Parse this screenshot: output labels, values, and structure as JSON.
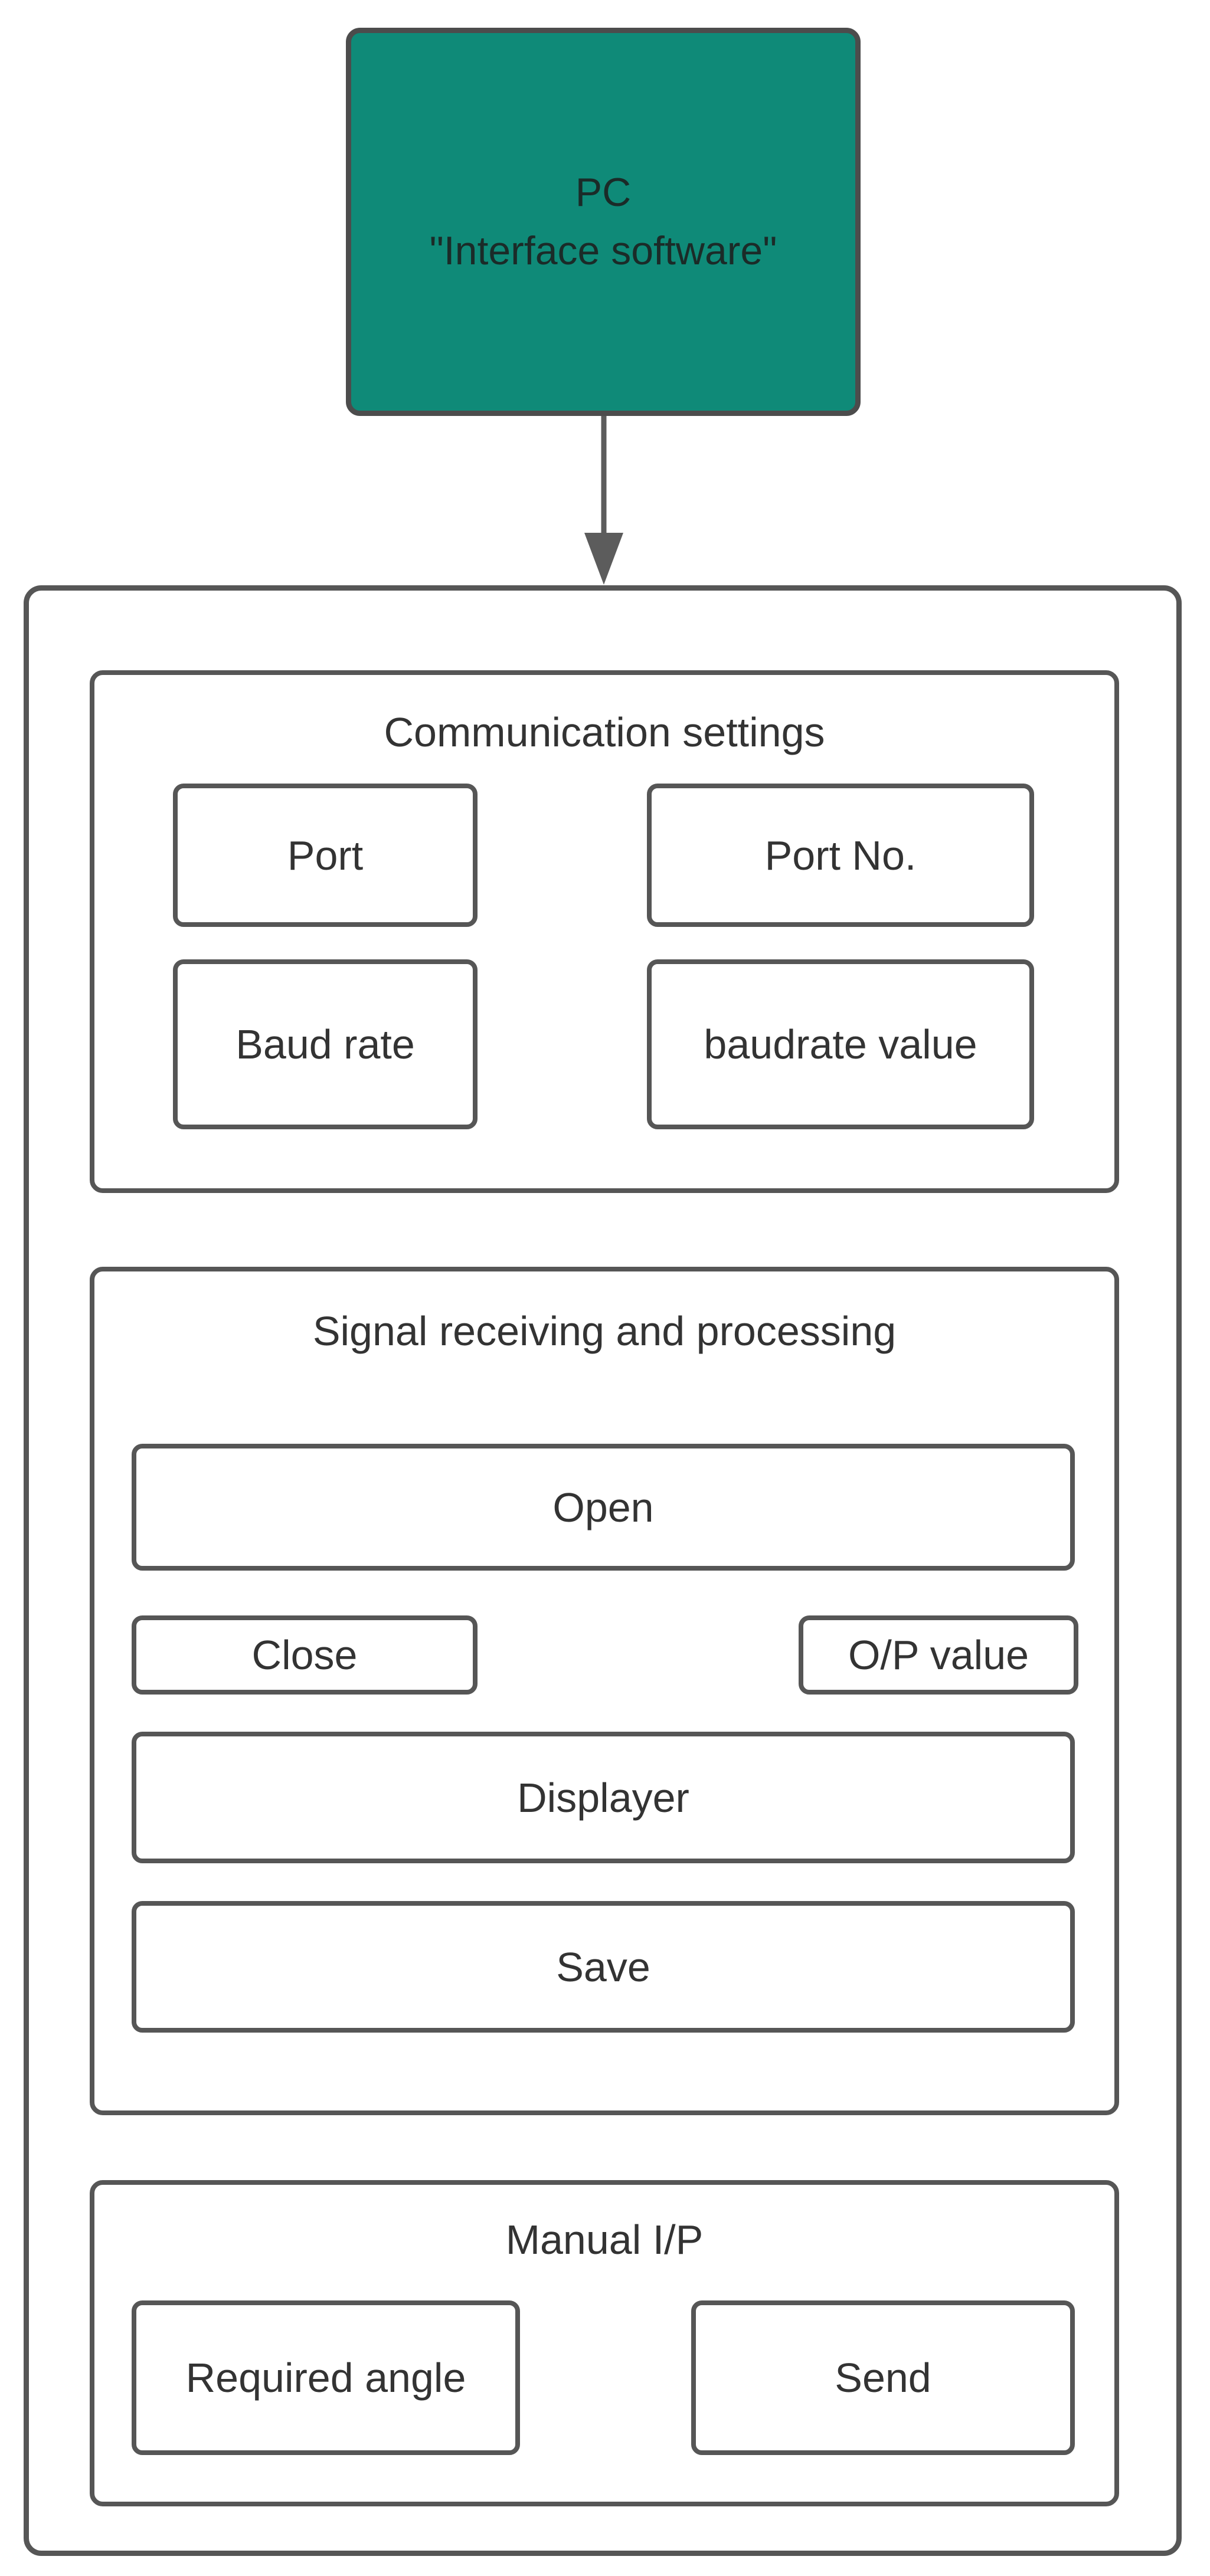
{
  "diagram": {
    "pc_node": {
      "line1": "PC",
      "line2": "\"Interface software\""
    },
    "sections": {
      "communication": {
        "title": "Communication settings",
        "boxes": {
          "port": "Port",
          "port_no": "Port No.",
          "baud_rate": "Baud rate",
          "baudrate_value": "baudrate value"
        }
      },
      "signal": {
        "title": "Signal receiving and processing",
        "boxes": {
          "open": "Open",
          "close": "Close",
          "op_value": "O/P value",
          "displayer": "Displayer",
          "save": "Save"
        }
      },
      "manual": {
        "title": "Manual I/P",
        "boxes": {
          "required_angle": "Required angle",
          "send": "Send"
        }
      }
    },
    "colors": {
      "node_fill": "#0f8a78",
      "stroke": "#565656",
      "label": "#333333"
    }
  }
}
